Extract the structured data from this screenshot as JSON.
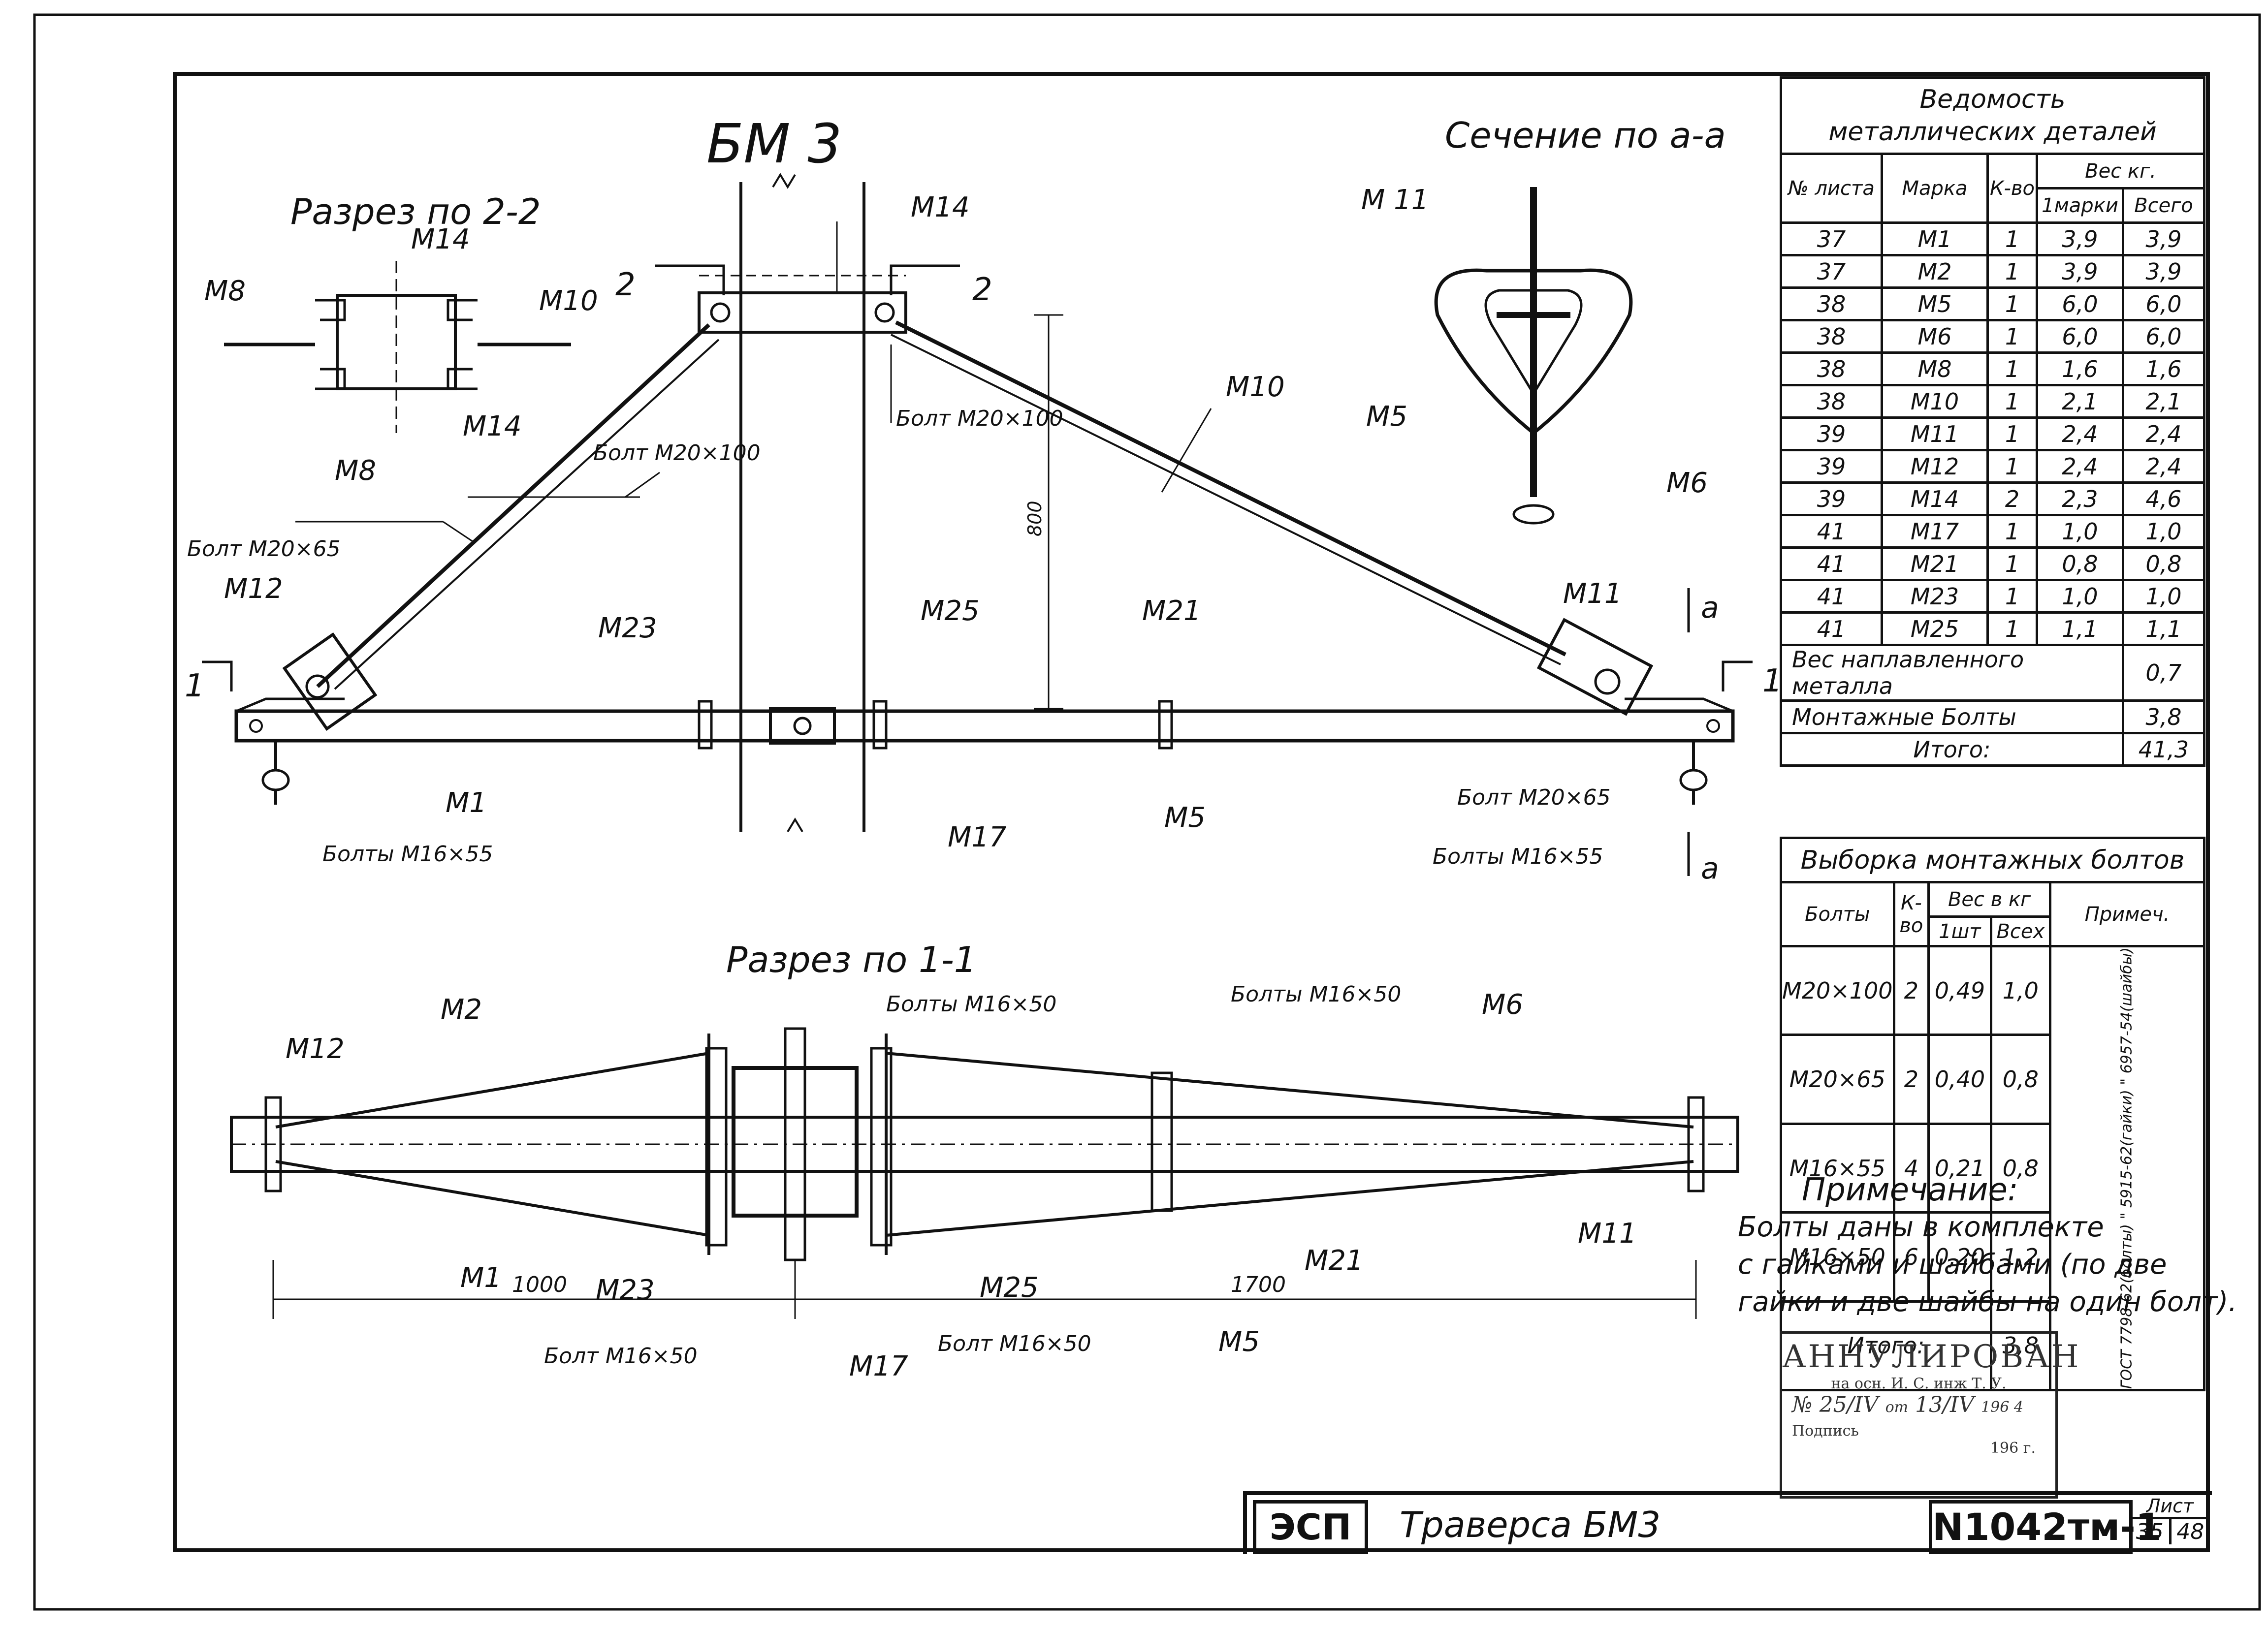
{
  "drawing": {
    "title": "БМ 3",
    "section_aa": "Сечение по а-а",
    "section_22": "Разрез по 2-2",
    "section_11": "Разрез по 1-1"
  },
  "labels": {
    "m14_top": "М14",
    "m14_bottom": "М14",
    "m8_sec": "М8",
    "m10_sec": "М10",
    "m14_main": "М14",
    "m10_main": "М10",
    "m8_main": "М8",
    "bolt_m20_100_left": "Болт М20×100",
    "bolt_m20_100_right": "Болт М20×100",
    "bolt_m20_65": "Болт М20×65",
    "m12_left": "М12",
    "m23": "М23",
    "m25": "М25",
    "m21": "М21",
    "m11": "М11",
    "m1": "М1",
    "m17": "М17",
    "m5": "М5",
    "bolt_m20_65_right": "Болт М20×65",
    "bolts_m16_55_left": "Болты М16×55",
    "bolts_m16_55_right": "Болты М16×55",
    "dim_800": "800",
    "sec_aa_m11": "М 11",
    "sec_aa_m5": "М5",
    "sec_aa_m6": "М6",
    "cut_1": "1",
    "cut_2": "2",
    "cut_a": "а",
    "plan_m2": "М2",
    "plan_m12": "М12",
    "plan_bolts_50_left": "Болты М16×50",
    "plan_bolts_50_right": "Болты М16×50",
    "plan_m6": "М6",
    "plan_m1": "М1",
    "plan_m23": "М23",
    "plan_bolt_50_a": "Болт М16×50",
    "plan_m17": "М17",
    "plan_bolt_50_b": "Болт М16×50",
    "plan_m25": "М25",
    "plan_m5": "М5",
    "plan_m21": "М21",
    "plan_m11": "М11",
    "dim_1000": "1000",
    "dim_1700": "1700"
  },
  "parts_table": {
    "title_1": "Ведомость",
    "title_2": "металлических деталей",
    "h_sheet": "№ листа",
    "h_mark": "Марка",
    "h_qty": "К-во",
    "h_weight": "Вес кг.",
    "h_unit": "1марки",
    "h_total": "Всего",
    "rows": [
      [
        "37",
        "М1",
        "1",
        "3,9",
        "3,9"
      ],
      [
        "37",
        "М2",
        "1",
        "3,9",
        "3,9"
      ],
      [
        "38",
        "М5",
        "1",
        "6,0",
        "6,0"
      ],
      [
        "38",
        "М6",
        "1",
        "6,0",
        "6,0"
      ],
      [
        "38",
        "М8",
        "1",
        "1,6",
        "1,6"
      ],
      [
        "38",
        "М10",
        "1",
        "2,1",
        "2,1"
      ],
      [
        "39",
        "М11",
        "1",
        "2,4",
        "2,4"
      ],
      [
        "39",
        "М12",
        "1",
        "2,4",
        "2,4"
      ],
      [
        "39",
        "М14",
        "2",
        "2,3",
        "4,6"
      ],
      [
        "41",
        "М17",
        "1",
        "1,0",
        "1,0"
      ],
      [
        "41",
        "М21",
        "1",
        "0,8",
        "0,8"
      ],
      [
        "41",
        "М23",
        "1",
        "1,0",
        "1,0"
      ],
      [
        "41",
        "М25",
        "1",
        "1,1",
        "1,1"
      ]
    ],
    "weld_label": "Вес наплавленного металла",
    "weld_value": "0,7",
    "bolts_label": "Монтажные   Болты",
    "bolts_value": "3,8",
    "total_label": "Итого:",
    "total_value": "41,3"
  },
  "bolts_table": {
    "title": "Выборка монтажных болтов",
    "h_bolts": "Болты",
    "h_qty": "К-во",
    "h_weight": "Вес в кг",
    "h_one": "1шт",
    "h_all": "Всех",
    "h_note": "Примеч.",
    "rows": [
      [
        "М20×100",
        "2",
        "0,49",
        "1,0"
      ],
      [
        "М20×65",
        "2",
        "0,40",
        "0,8"
      ],
      [
        "М16×55",
        "4",
        "0,21",
        "0,8"
      ],
      [
        "М16×50",
        "6",
        "0,20",
        "1,2"
      ]
    ],
    "note_text": "ГОСТ 7798-62(болты)  \" 5915-62(гайки)  \" 6957-54(шайбы)",
    "total_label": "Итого:",
    "total_value": "3,8"
  },
  "note": {
    "title": "Примечание:",
    "line1": "Болты даны в комплекте",
    "line2": "с гайками и шайбами (по две",
    "line3": "гайки и две шайбы на один болт)."
  },
  "stamp": {
    "title": "АННУЛИРОВАН",
    "line1": "на осн. И. С. инж Т. У.",
    "num_prefix": "№",
    "num": "25/IV",
    "from": "от",
    "date": "13/IV",
    "year": "196 4",
    "sign_label": "Подпись",
    "year2": "196 г."
  },
  "title_block": {
    "org": "ЭСП",
    "name": "Траверса БМ3",
    "code": "N1042тм-1",
    "sheet_label": "Лист",
    "sheet": "35",
    "sheets": "48"
  }
}
